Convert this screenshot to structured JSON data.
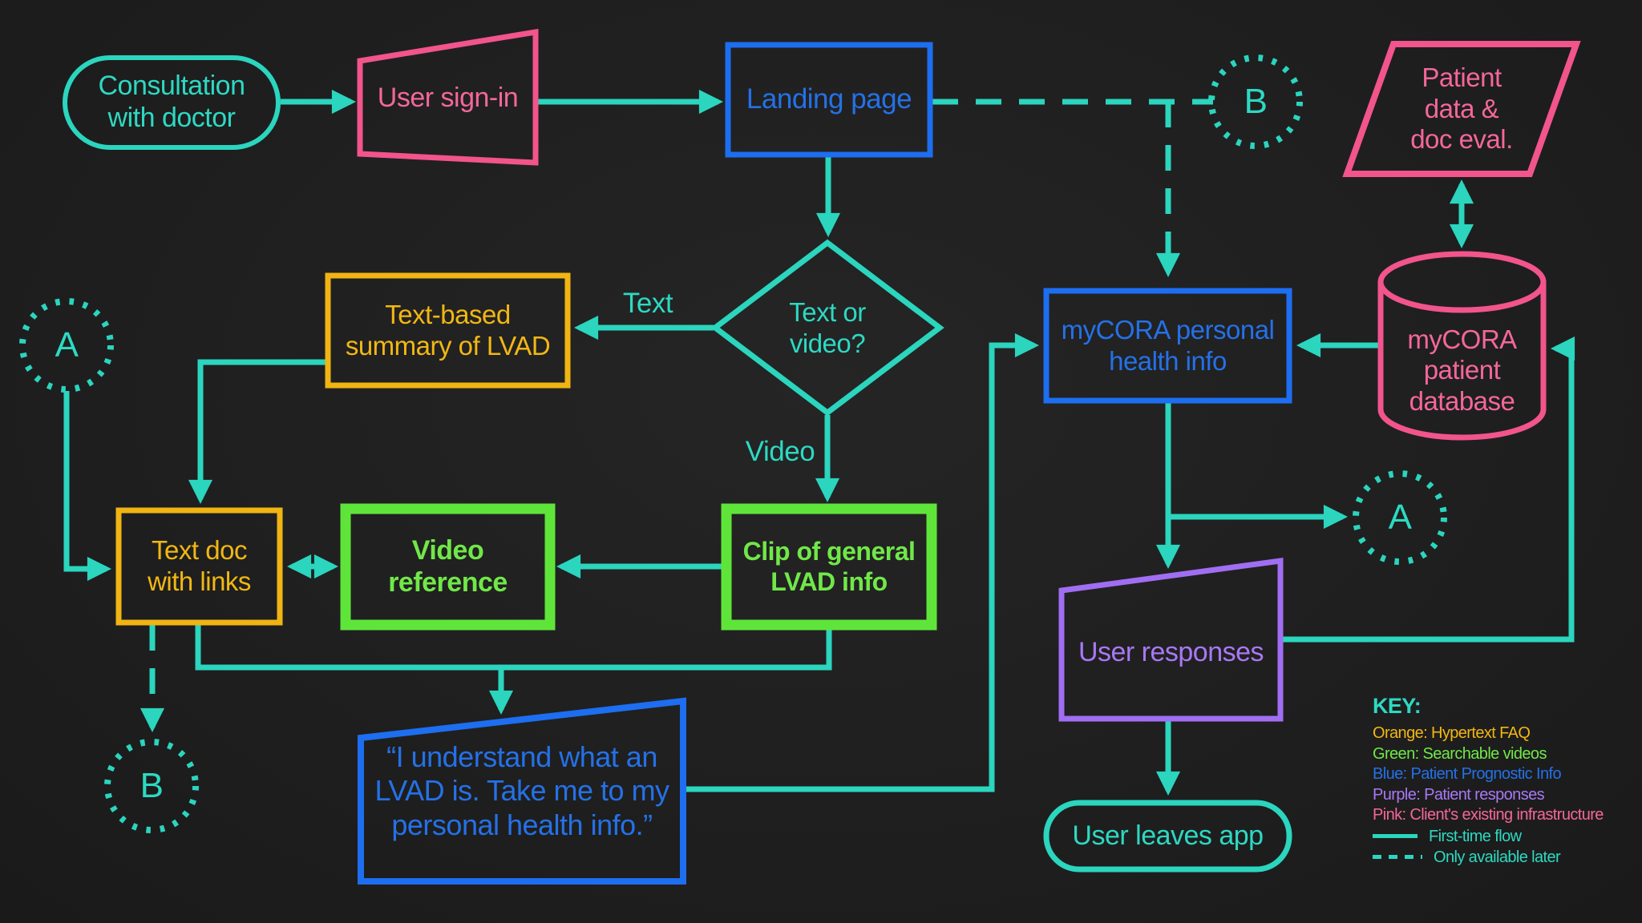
{
  "palette": {
    "background": "#1f1f1f",
    "teal": "#2bd5be",
    "orange": "#f2b713",
    "green": "#5fe53a",
    "blue": "#1d6ef0",
    "purple": "#a06ef2",
    "pink": "#f2548c"
  },
  "nodes": {
    "consultation": {
      "label": "Consultation\nwith doctor"
    },
    "sign_in": {
      "label": "User sign-in"
    },
    "landing": {
      "label": "Landing page"
    },
    "patient_data": {
      "label": "Patient\ndata &\ndoc eval."
    },
    "database": {
      "label": "myCORA\npatient\ndatabase"
    },
    "summary": {
      "label": "Text-based\nsummary of LVAD"
    },
    "decision": {
      "label": "Text or\nvideo?"
    },
    "personal_health": {
      "label": "myCORA personal\nhealth info"
    },
    "text_doc": {
      "label": "Text doc\nwith links"
    },
    "video_reference": {
      "label": "Video\nreference"
    },
    "clip": {
      "label": "Clip of general\nLVAD info"
    },
    "user_responses": {
      "label": "User responses"
    },
    "quote": {
      "label": "“I understand what an\nLVAD is. Take me to my\npersonal health info.”"
    },
    "user_leaves": {
      "label": "User leaves app"
    },
    "connector_a_left": {
      "label": "A"
    },
    "connector_a_right": {
      "label": "A"
    },
    "connector_b_top": {
      "label": "B"
    },
    "connector_b_bottom": {
      "label": "B"
    }
  },
  "edge_labels": {
    "text_branch": "Text",
    "video_branch": "Video"
  },
  "key": {
    "title": "KEY:",
    "items": [
      {
        "name": "orange",
        "text": "Orange: Hypertext FAQ",
        "color": "#f2b713"
      },
      {
        "name": "green",
        "text": "Green: Searchable videos",
        "color": "#70e848"
      },
      {
        "name": "blue",
        "text": "Blue: Patient Prognostic Info",
        "color": "#1d6ef0"
      },
      {
        "name": "purple",
        "text": "Purple: Patient responses",
        "color": "#a978f5"
      },
      {
        "name": "pink",
        "text": "Pink: Client's existing infrastructure",
        "color": "#f2548c"
      }
    ],
    "flow_solid": "First-time flow",
    "flow_dashed": "Only available later"
  }
}
